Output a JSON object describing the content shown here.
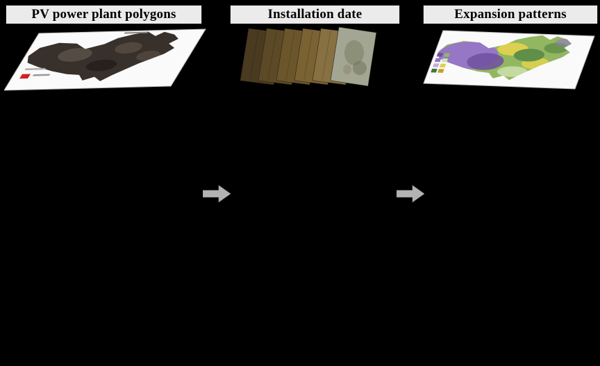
{
  "panels": [
    {
      "header": "PV power plant polygons"
    },
    {
      "header": "Installation date"
    },
    {
      "header": "Expansion patterns"
    }
  ],
  "arrows": [
    {
      "name": "flow-arrow-1",
      "direction": "right"
    },
    {
      "name": "flow-arrow-2",
      "direction": "right"
    }
  ],
  "colors": {
    "background": "#000000",
    "header_bg": "#ebebeb",
    "header_text": "#000000",
    "arrow": "#b3b3b3",
    "paper": "#fafafa",
    "map_dark": "#38302a",
    "map_speckle": "#8a7f72",
    "legend_red": "#cc2222",
    "layer_1": "#4a3a20",
    "layer_2": "#5c4926",
    "layer_3": "#6b562c",
    "layer_4": "#7a6233",
    "layer_5": "#877041",
    "layer_front": "#a3a693",
    "exp_green": "#93b661",
    "exp_dark_green": "#5f8f49",
    "exp_purple": "#9577c5",
    "exp_violet": "#6f4fa0",
    "exp_yellow": "#ddd04e",
    "exp_light": "#cfe3b0",
    "legend_1": "#6f4fa0",
    "legend_2": "#9577c5",
    "legend_3": "#c4aee0",
    "legend_4": "#3f7a33",
    "legend_5": "#93b661",
    "legend_6": "#cfe3b0",
    "legend_7": "#ddd04e",
    "legend_8": "#c89b2a"
  }
}
